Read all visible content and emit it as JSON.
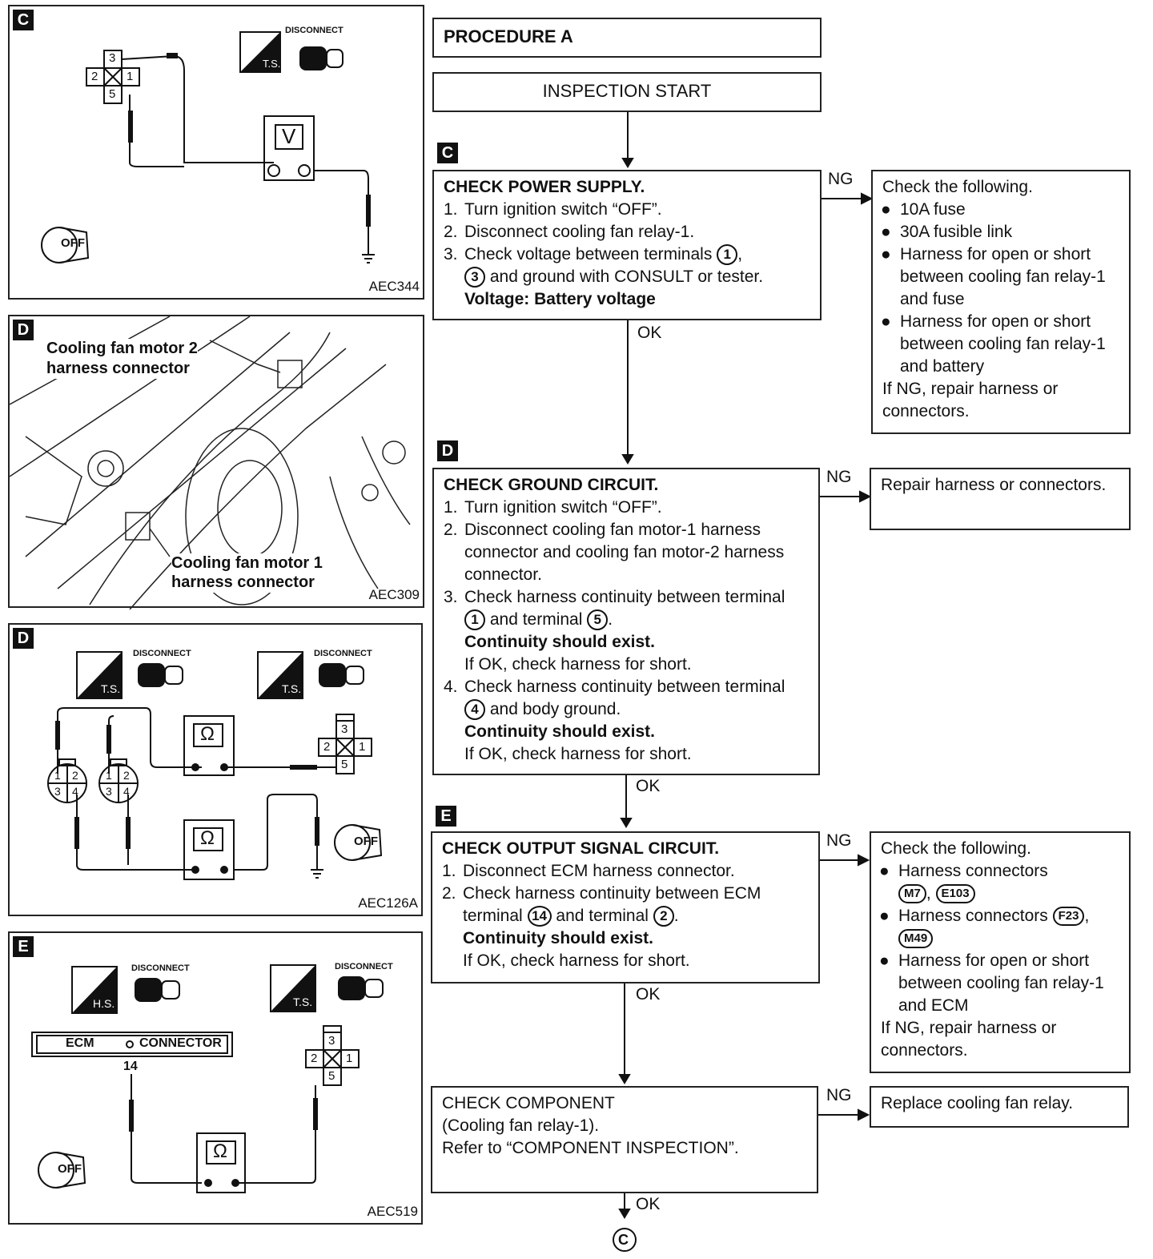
{
  "panels": [
    {
      "letter": "C",
      "code": "AEC344"
    },
    {
      "letter": "D",
      "code": "AEC309",
      "label1_line1": "Cooling fan motor 2",
      "label1_line2": "harness connector",
      "label2_line1": "Cooling fan motor 1",
      "label2_line2": "harness connector"
    },
    {
      "letter": "D",
      "code": "AEC126A"
    },
    {
      "letter": "E",
      "code": "AEC519",
      "ecm_left": "ECM",
      "ecm_right": "CONNECTOR",
      "ecm_terminal": "14"
    }
  ],
  "icons": {
    "ts": "T.S.",
    "hs": "H.S.",
    "disconnect": "DISCONNECT",
    "off": "OFF",
    "volt": "V",
    "ohm": "Ω",
    "plus": "⊕",
    "minus": "⊖"
  },
  "connector_terms": {
    "t1": "1",
    "t2": "2",
    "t3": "3",
    "t4": "4",
    "t5": "5"
  },
  "flow": {
    "procedure": "PROCEDURE A",
    "start": "INSPECTION START",
    "ok": "OK",
    "ng": "NG",
    "end_marker": "C",
    "step_c": {
      "letter": "C",
      "title": "CHECK POWER SUPPLY.",
      "s1": "Turn ignition switch “OFF”.",
      "s2": "Disconnect cooling fan relay-1.",
      "s3a": "Check voltage between terminals",
      "s3b": "and ground with CONSULT or tester.",
      "spec": "Voltage: Battery voltage",
      "ng_title": "Check the following.",
      "ng_items": [
        "10A fuse",
        "30A fusible link",
        "Harness for open or short between cooling fan relay-1 and fuse",
        "Harness for open or short between cooling fan relay-1 and battery"
      ],
      "ng_footer": "If NG, repair harness or connectors."
    },
    "step_d": {
      "letter": "D",
      "title": "CHECK GROUND CIRCUIT.",
      "s1": "Turn ignition switch “OFF”.",
      "s2": "Disconnect cooling fan motor-1 harness connector and cooling fan motor-2 harness connector.",
      "s3a": "Check harness continuity between terminal",
      "s3b": "and terminal",
      "spec": "Continuity should exist.",
      "short": "If OK, check harness for short.",
      "s4a": "Check harness continuity between terminal",
      "s4b": "and body ground.",
      "ng_text": "Repair harness or connectors."
    },
    "step_e": {
      "letter": "E",
      "title": "CHECK OUTPUT SIGNAL CIRCUIT.",
      "s1": "Disconnect ECM harness connector.",
      "s2a": "Check harness continuity between ECM terminal",
      "s2b": "and terminal",
      "spec": "Continuity should exist.",
      "short": "If OK, check harness for short.",
      "ng_title": "Check the following.",
      "ng_item1": "Harness connectors",
      "conn_a": "M7",
      "conn_b": "E103",
      "conn_c": "F23",
      "conn_d": "M49",
      "ng_item3": "Harness for open or short between cooling fan relay-1 and ECM",
      "ng_footer": "If NG, repair harness or connectors."
    },
    "step_comp": {
      "line1": "CHECK COMPONENT",
      "line2": "(Cooling fan relay-1).",
      "line3": "Refer to “COMPONENT INSPECTION”.",
      "ng_text": "Replace cooling fan relay."
    },
    "nums": {
      "n1": "1",
      "n2": "2",
      "n3": "3",
      "n4": "4",
      "n5": "5",
      "n14": "14"
    }
  }
}
